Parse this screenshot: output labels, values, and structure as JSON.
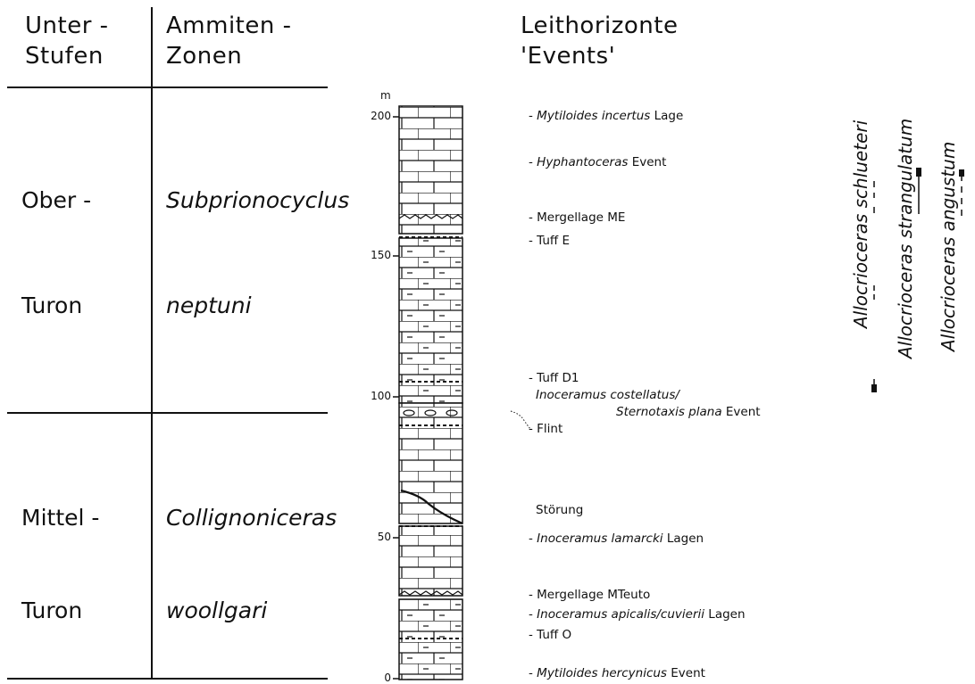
{
  "headers": {
    "unterstufen": [
      "Unter -",
      "Stufen"
    ],
    "zonen": [
      "Ammiten -",
      "Zonen"
    ],
    "leithorizonte": [
      "Leithorizonte",
      "'Events'"
    ]
  },
  "stages": [
    {
      "line1": "Ober -",
      "line2": "Turon"
    },
    {
      "line1": "Mittel -",
      "line2": "Turon"
    }
  ],
  "zones": [
    {
      "line1": "Subprionocyclus",
      "line2": "neptuni"
    },
    {
      "line1": "Collignoniceras",
      "line2": "woollgari"
    }
  ],
  "axis": {
    "unit": "m",
    "ticks": [
      "200",
      "150",
      "100",
      "50",
      "0"
    ]
  },
  "events": [
    {
      "prefix": "- ",
      "italic": "Mytiloides incertus",
      "suffix": " Lage"
    },
    {
      "prefix": "- ",
      "italic": "Hyphantoceras",
      "suffix": " Event"
    },
    {
      "prefix": "- Mergellage ",
      "italic": "",
      "suffix": "ME"
    },
    {
      "prefix": "- Tuff  E",
      "italic": "",
      "suffix": ""
    },
    {
      "prefix": "- Tuff  D1",
      "italic": "",
      "suffix": ""
    },
    {
      "prefix": "",
      "italic": "Inoceramus costellatus/",
      "suffix": ""
    },
    {
      "prefix": "",
      "italic": "Sternotaxis plana",
      "suffix": " Event"
    },
    {
      "prefix": "- Flint",
      "italic": "",
      "suffix": ""
    },
    {
      "prefix": "Störung",
      "italic": "",
      "suffix": ""
    },
    {
      "prefix": "- ",
      "italic": "Inoceramus lamarcki",
      "suffix": "  Lagen"
    },
    {
      "prefix": "- Mergellage  ",
      "italic": "",
      "suffix": "MTeuto"
    },
    {
      "prefix": "- ",
      "italic": "Inoceramus apicalis/cuvierii",
      "suffix": "  Lagen"
    },
    {
      "prefix": "- Tuff  O",
      "italic": "",
      "suffix": ""
    },
    {
      "prefix": "- ",
      "italic": "Mytiloides hercynicus",
      "suffix": "  Event"
    }
  ],
  "taxa": [
    "Allocrioceras schlueteri",
    "Allocrioceras strangulatum",
    "Allocrioceras angustum"
  ]
}
